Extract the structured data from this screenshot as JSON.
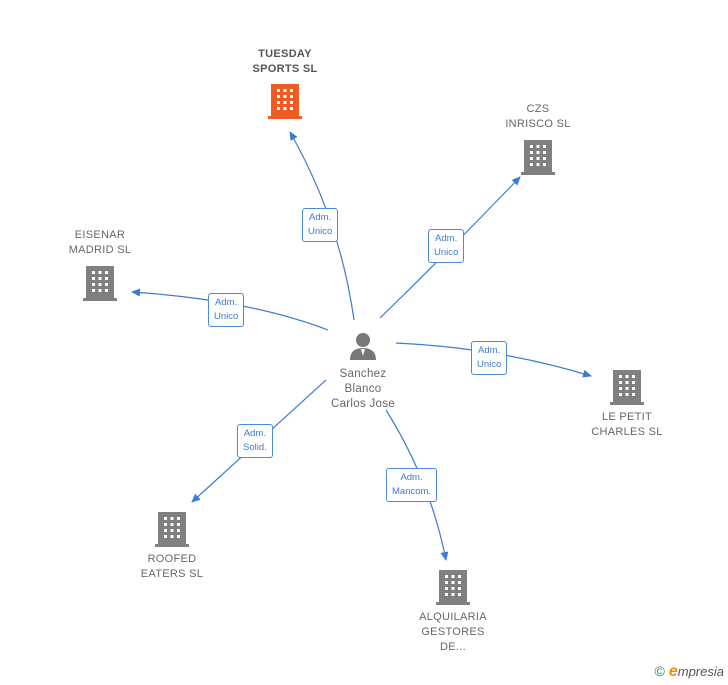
{
  "center": {
    "name_lines": [
      "Sanchez",
      "Blanco",
      "Carlos Jose"
    ]
  },
  "companies": [
    {
      "id": "tuesday",
      "lines": [
        "TUESDAY",
        "SPORTS  SL"
      ],
      "highlight": true
    },
    {
      "id": "czs",
      "lines": [
        "CZS",
        "INRISCO  SL"
      ],
      "highlight": false
    },
    {
      "id": "eisenar",
      "lines": [
        "EISENAR",
        "MADRID  SL"
      ],
      "highlight": false
    },
    {
      "id": "lepetit",
      "lines": [
        "LE PETIT",
        "CHARLES SL"
      ],
      "highlight": false
    },
    {
      "id": "roofed",
      "lines": [
        "ROOFED",
        "EATERS  SL"
      ],
      "highlight": false
    },
    {
      "id": "alquilaria",
      "lines": [
        "ALQUILARIA",
        "GESTORES",
        "DE..."
      ],
      "highlight": false
    }
  ],
  "relations": [
    {
      "to": "tuesday",
      "lines": [
        "Adm.",
        "Unico"
      ]
    },
    {
      "to": "czs",
      "lines": [
        "Adm.",
        "Unico"
      ]
    },
    {
      "to": "eisenar",
      "lines": [
        "Adm.",
        "Unico"
      ]
    },
    {
      "to": "lepetit",
      "lines": [
        "Adm.",
        "Unico"
      ]
    },
    {
      "to": "roofed",
      "lines": [
        "Adm.",
        "Solid."
      ]
    },
    {
      "to": "alquilaria",
      "lines": [
        "Adm.",
        "Mancom."
      ]
    }
  ],
  "colors": {
    "edge": "#3a7bd5",
    "building": "#808080",
    "highlight": "#f25a24",
    "person": "#777777"
  },
  "watermark": {
    "symbol": "©",
    "brand_initial": "e",
    "brand_rest": "mpresia"
  }
}
